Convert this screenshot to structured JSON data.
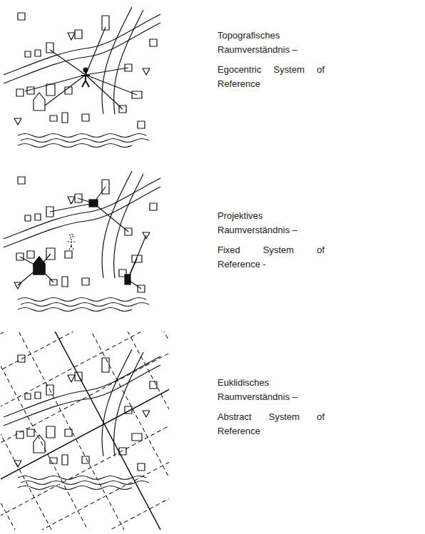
{
  "diagram": {
    "labels": [
      "Topografisches Raumverständnis –",
      "Egocentric System of Reference",
      "Projektives Raumverständnis –",
      "Fixed System of Reference -",
      "Euklidisches Raumverständnis –",
      "Abstract System of Reference"
    ]
  }
}
